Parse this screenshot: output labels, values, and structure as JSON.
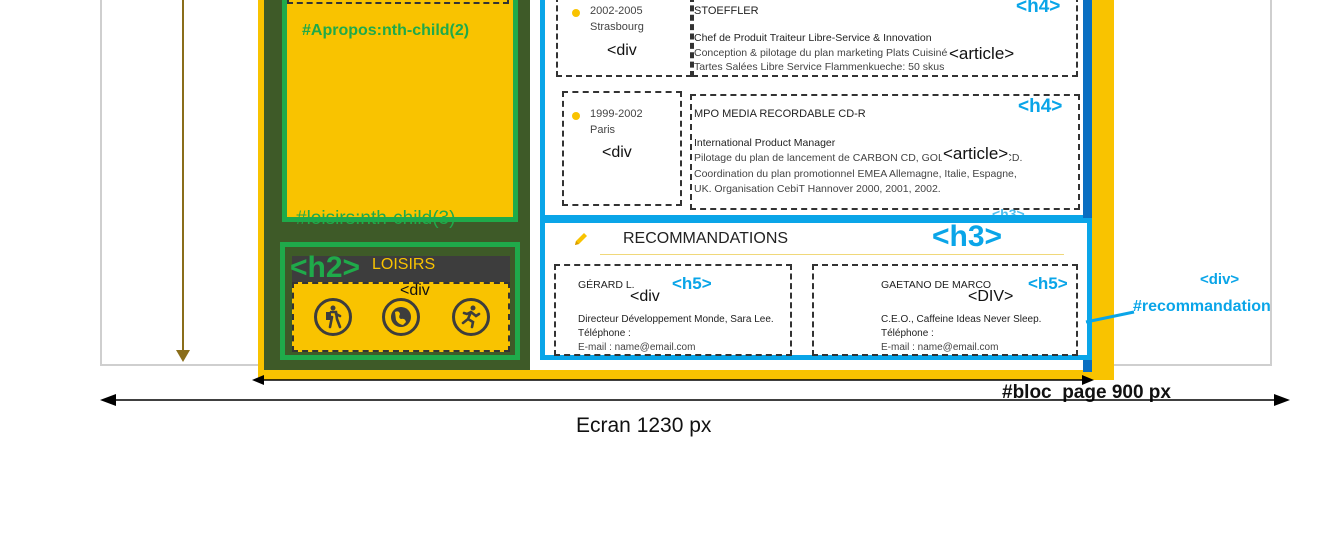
{
  "labels": {
    "apropos": "#Apropos:nth-child(2)",
    "loisirs_selector": "#loisirs:nth-child(3)",
    "h2": "<h2>",
    "loisirs_title": "LOISIRS",
    "div_loisirs": "<div",
    "h4": "<h4>",
    "article": "<article>",
    "div": "<div",
    "h3_big": "<h3>",
    "h3_small": "<h3>",
    "h5": "<h5>",
    "div_reco_caps": "<DIV>",
    "div_tag": "<div>",
    "recommandation_id": "#recommandation",
    "bloc_page": "#bloc_page 900 px",
    "ecran": "Ecran 1230 px"
  },
  "experience": [
    {
      "dates": "2002-2005",
      "place": "Strasbourg",
      "company": "STOEFFLER",
      "role": "Chef de Produit Traiteur Libre-Service & Innovation",
      "line1": "Conception & pilotage du plan marketing Plats Cuisinés, Pizzas et",
      "line2": "Tartes Salées Libre Service Flammenkueche: 50 skus"
    },
    {
      "dates": "1999-2002",
      "place": "Paris",
      "company": "MPO MEDIA RECORDABLE CD-R",
      "role": "International Product Manager",
      "line1": "Pilotage du plan de lancement de CARBON CD, GOLD CRYSTAL CD.",
      "line2": "Coordination du plan promotionnel EMEA Allemagne, Italie, Espagne,",
      "line3": "UK. Organisation CebiT Hannover 2000, 2001, 2002."
    }
  ],
  "recommandations": {
    "title": "RECOMMANDATIONS",
    "items": [
      {
        "name": "GÉRARD L.",
        "role": "Directeur Développement Monde, Sara Lee.",
        "phone": "Téléphone :",
        "email": "E-mail : name@email.com"
      },
      {
        "name": "GAETANO DE MARCO",
        "role": "C.E.O., Caffeine Ideas Never Sleep.",
        "phone": "Téléphone :",
        "email": "E-mail : name@email.com"
      }
    ]
  },
  "icons": [
    "hiking-icon",
    "globe-icon",
    "running-icon",
    "pencil-icon"
  ],
  "colors": {
    "yellow": "#f9c300",
    "green": "#1faa4a",
    "cyan": "#0aa5e8",
    "dark_green": "#3e5a28",
    "blue": "#0a6fc2"
  }
}
